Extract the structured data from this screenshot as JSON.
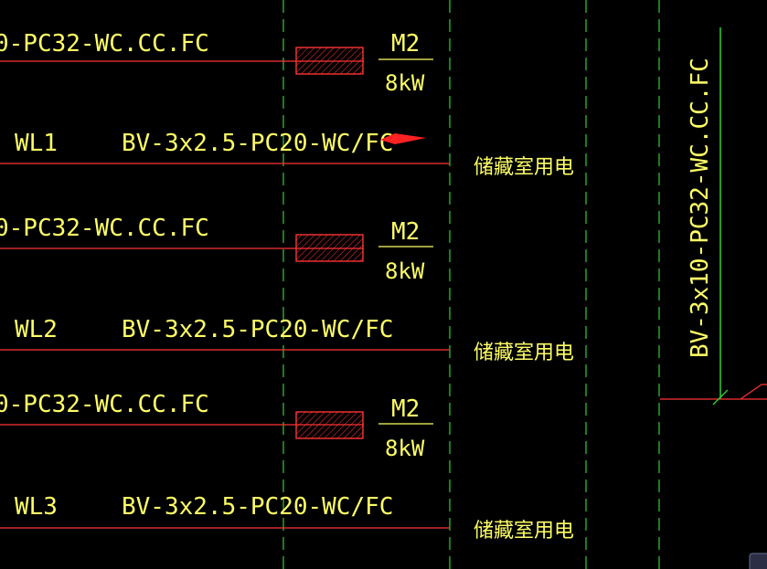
{
  "colors": {
    "background": "#000000",
    "text": "#ffff66",
    "wire": "#ff3333",
    "dashed_axis": "#33cc33",
    "feeder_line": "#33cc33",
    "arrow": "#ff2222"
  },
  "cable_top_stub": "0-PC32-WC.CC.FC",
  "motor": {
    "name": "M2",
    "power": "8kW"
  },
  "circuits": [
    {
      "id": "WL1",
      "cable": "BV-3x2.5-PC20-WC/FC",
      "load": "储藏室用电",
      "has_arrow": true
    },
    {
      "id": "WL2",
      "cable": "BV-3x2.5-PC20-WC/FC",
      "load": "储藏室用电",
      "has_arrow": false
    },
    {
      "id": "WL3",
      "cable": "BV-3x2.5-PC20-WC/FC",
      "load": "储藏室用电",
      "has_arrow": false
    }
  ],
  "vertical_cable": "BV-3x10-PC32-WC.CC.FC"
}
